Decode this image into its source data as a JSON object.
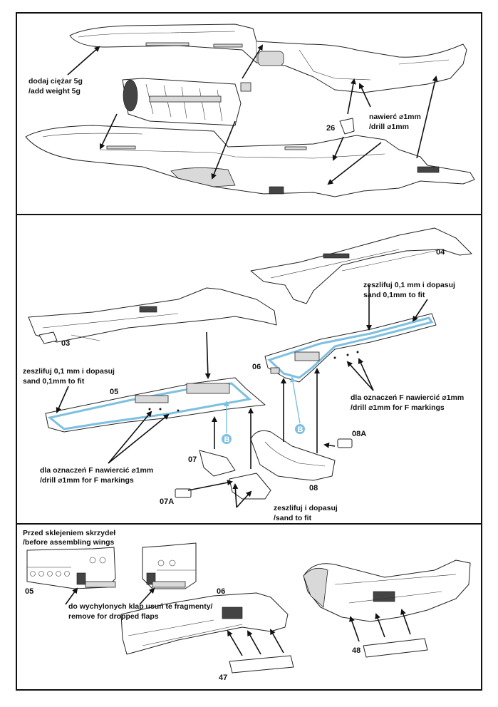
{
  "colors": {
    "frame": "#111111",
    "highlight": "#7fbfe0",
    "paper": "#ffffff"
  },
  "panel1": {
    "add_weight_pl": "dodaj ciężar 5g",
    "add_weight_en": "/add weight 5g",
    "drill_pl": "nawierć  ⌀1mm",
    "drill_en": "/drill  ⌀1mm",
    "part_26": "26"
  },
  "panel2": {
    "part_03": "03",
    "part_04": "04",
    "part_05": "05",
    "part_06": "06",
    "part_07": "07",
    "part_07a": "07A",
    "part_08": "08",
    "part_08a": "08A",
    "callout_b": "B",
    "sand_left_pl": "zeszlifuj 0,1 mm  i dopasuj",
    "sand_left_en": "sand 0,1mm to fit",
    "sand_right_pl": "zeszlifuj 0,1 mm  i dopasuj",
    "sand_right_en": "sand 0,1mm to fit",
    "fmark_left_pl": "dla oznaczeń F nawiercić  ⌀1mm",
    "fmark_left_en": "/drill  ⌀1mm for F markings",
    "fmark_right_pl": "dla oznaczeń F nawiercić  ⌀1mm",
    "fmark_right_en": "/drill  ⌀1mm for F markings",
    "sand_fit_pl": "zeszlifuj i dopasuj",
    "sand_fit_en": "/sand to fit"
  },
  "panel3": {
    "before_pl": "Przed sklejeniem skrzydeł",
    "before_en": "/before assembling wings",
    "part_05": "05",
    "part_06": "06",
    "flaps_pl": "do wychylonych klap usuń te fragmenty/",
    "flaps_en": "remove for dropped flaps",
    "part_47": "47",
    "part_48": "48"
  }
}
